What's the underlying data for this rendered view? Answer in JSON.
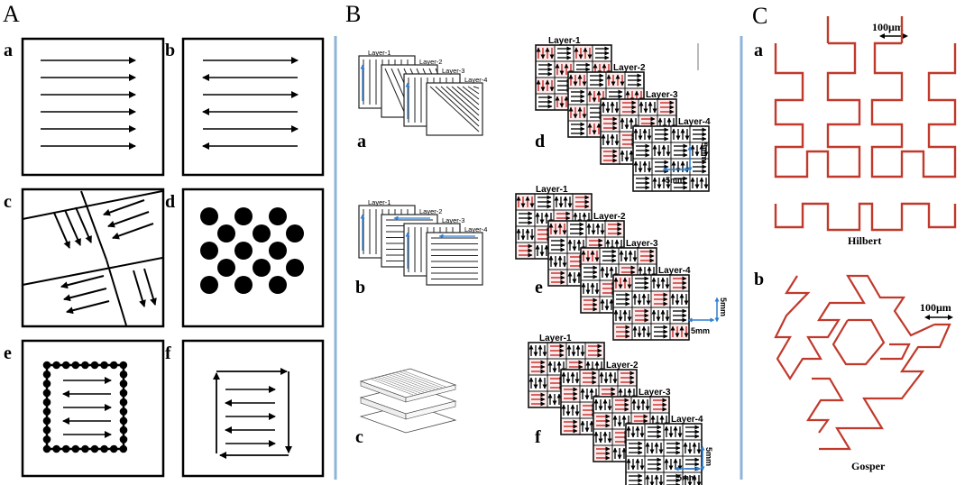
{
  "panels": {
    "A": {
      "label": "A",
      "subs": [
        "a",
        "b",
        "c",
        "d",
        "e",
        "f"
      ]
    },
    "B": {
      "label": "B",
      "subs": [
        "a",
        "b",
        "c",
        "d",
        "e",
        "f"
      ],
      "layers_small": [
        "Layer-1",
        "Layer-2",
        "Layer-3",
        "Layer-4"
      ],
      "layers_bold": [
        "Layer-1",
        "Layer-2",
        "Layer-3",
        "Layer-4"
      ],
      "dim": "5mm"
    },
    "C": {
      "label": "C",
      "subs": [
        "a",
        "b"
      ],
      "scale": "100μm",
      "hilbert": "Hilbert",
      "gosper": "Gosper"
    }
  },
  "colors": {
    "divider": "#8fb3d9",
    "curve": "#c0392b",
    "red_cell": "#c62828",
    "blue_arrow": "#2f7fd0"
  }
}
